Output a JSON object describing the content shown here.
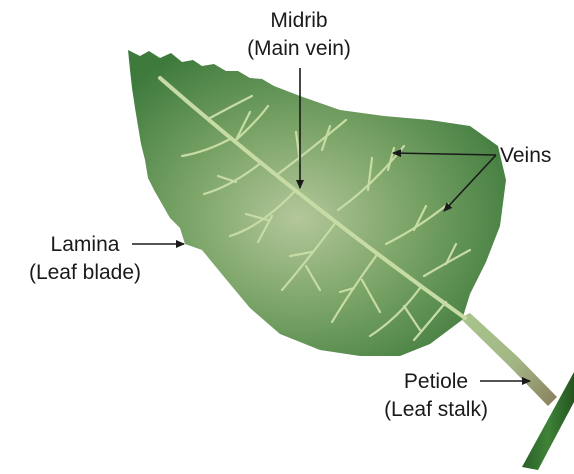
{
  "labels": {
    "midrib": {
      "line1": "Midrib",
      "line2": "(Main vein)"
    },
    "veins": "Veins",
    "lamina": {
      "line1": "Lamina",
      "line2": "(Leaf blade)"
    },
    "petiole": {
      "line1": "Petiole",
      "line2": "(Leaf stalk)"
    }
  },
  "colors": {
    "leaf_center": "#b3c79a",
    "leaf_mid": "#7ea66a",
    "leaf_edge": "#3e7a3c",
    "veins": "#c7dca4",
    "petiole_green": "#a9c58c",
    "petiole_brown": "#8a7e5c",
    "stem": "#2f6b2a",
    "arrows": "#1a1a1a"
  }
}
